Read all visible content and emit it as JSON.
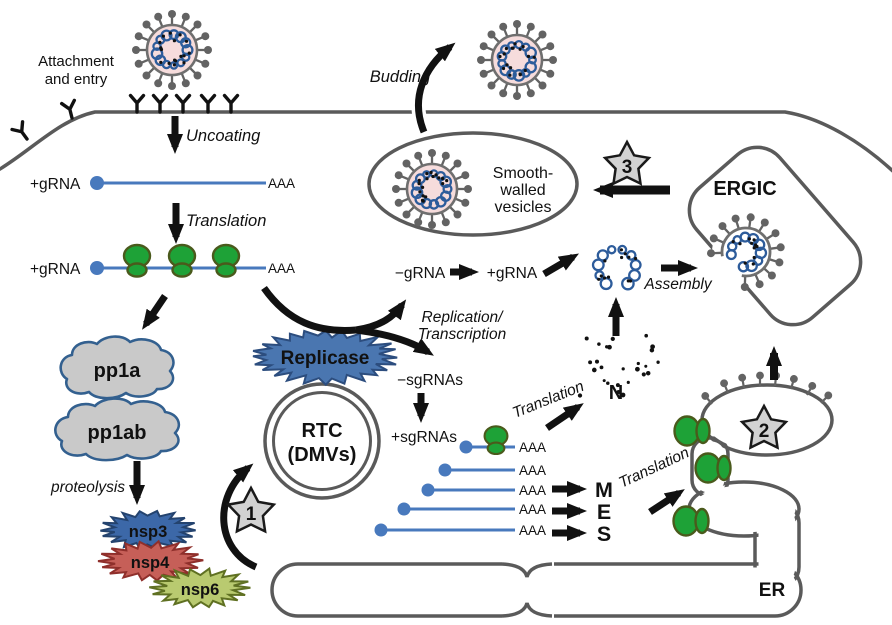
{
  "entry": {
    "attachment_line1": "Attachment",
    "attachment_line2": "and entry",
    "uncoating": "Uncoating"
  },
  "genome": {
    "plus_grna": "+gRNA",
    "polyA": "AAA"
  },
  "translation": {
    "label": "Translation",
    "pp1a": "pp1a",
    "pp1ab": "pp1ab",
    "proteolysis": "proteolysis",
    "nsp3": "nsp3",
    "nsp4": "nsp4",
    "nsp6": "nsp6"
  },
  "replication": {
    "replicase": "Replicase",
    "rtc_line1": "RTC",
    "rtc_line2": "(DMVs)",
    "process_line1": "Replication/",
    "process_line2": "Transcription",
    "minus_grna": "−gRNA",
    "plus_grna": "+gRNA",
    "minus_sgrnas": "−sgRNAs",
    "plus_sgrnas": "+sgRNAs",
    "step": "1"
  },
  "structural": {
    "n": "N",
    "m": "M",
    "e": "E",
    "s": "S",
    "translation_n": "Translation",
    "translation_mes": "Translation",
    "step": "2"
  },
  "egress": {
    "assembly": "Assembly",
    "budding": "Budding",
    "smooth_line1": "Smooth-",
    "smooth_line2": "walled",
    "smooth_line3": "vesicles",
    "ergic": "ERGIC",
    "er": "ER",
    "step": "3"
  },
  "colors": {
    "membrane_gray": "#5a5a5a",
    "rna_blue": "#4879bd",
    "nucleocapsid_blue": "#2d5c9b",
    "ribosome_green": "#1ea237",
    "ribosome_border": "#4a5a1c",
    "replicase_fill": "#4a76b0",
    "replicase_stroke": "#2c4d7e",
    "nsp3_fill": "#3c68a8",
    "nsp3_stroke": "#24436e",
    "nsp4_fill": "#c65f58",
    "nsp4_stroke": "#8f2f2b",
    "nsp6_fill": "#b9ca70",
    "nsp6_stroke": "#5f7022",
    "cloud_fill": "#c9c9c9",
    "cloud_stroke": "#33608f",
    "star_fill": "#d2d2d2",
    "star_stroke": "#1a1a1a",
    "virus_pink": "#f6dcdc",
    "spike_gray": "#636363",
    "arrow_black": "#111111"
  }
}
